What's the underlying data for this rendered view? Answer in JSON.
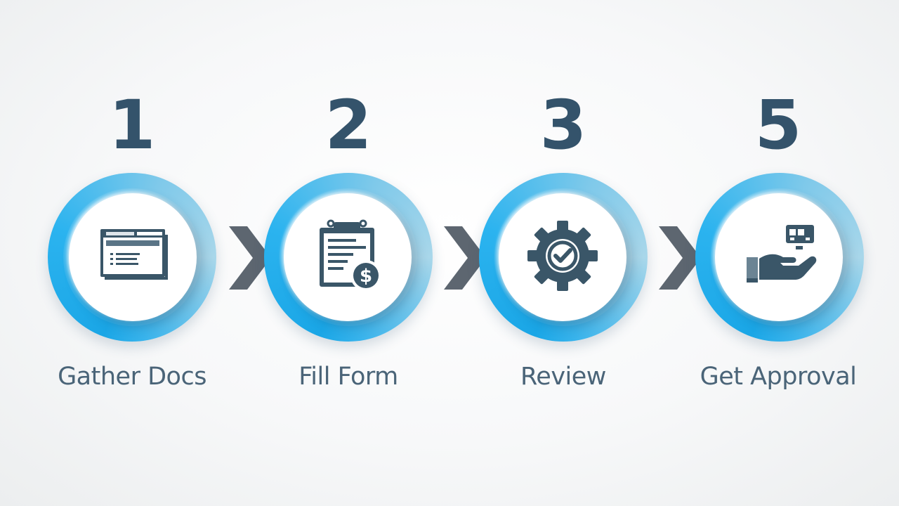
{
  "steps": [
    {
      "number": "1",
      "label": "Gather Docs",
      "icon": "document-window-icon"
    },
    {
      "number": "2",
      "label": "Fill Form",
      "icon": "clipboard-dollar-icon"
    },
    {
      "number": "3",
      "label": "Review",
      "icon": "gear-check-icon"
    },
    {
      "number": "5",
      "label": "Get Approval",
      "icon": "hand-receiving-card-icon"
    }
  ],
  "colors": {
    "number": "#34536b",
    "label": "#4a6478",
    "ring_primary": "#1aa6e6",
    "ring_light": "#a9d7ea",
    "icon": "#3a5668",
    "arrow": "#5d6670"
  }
}
